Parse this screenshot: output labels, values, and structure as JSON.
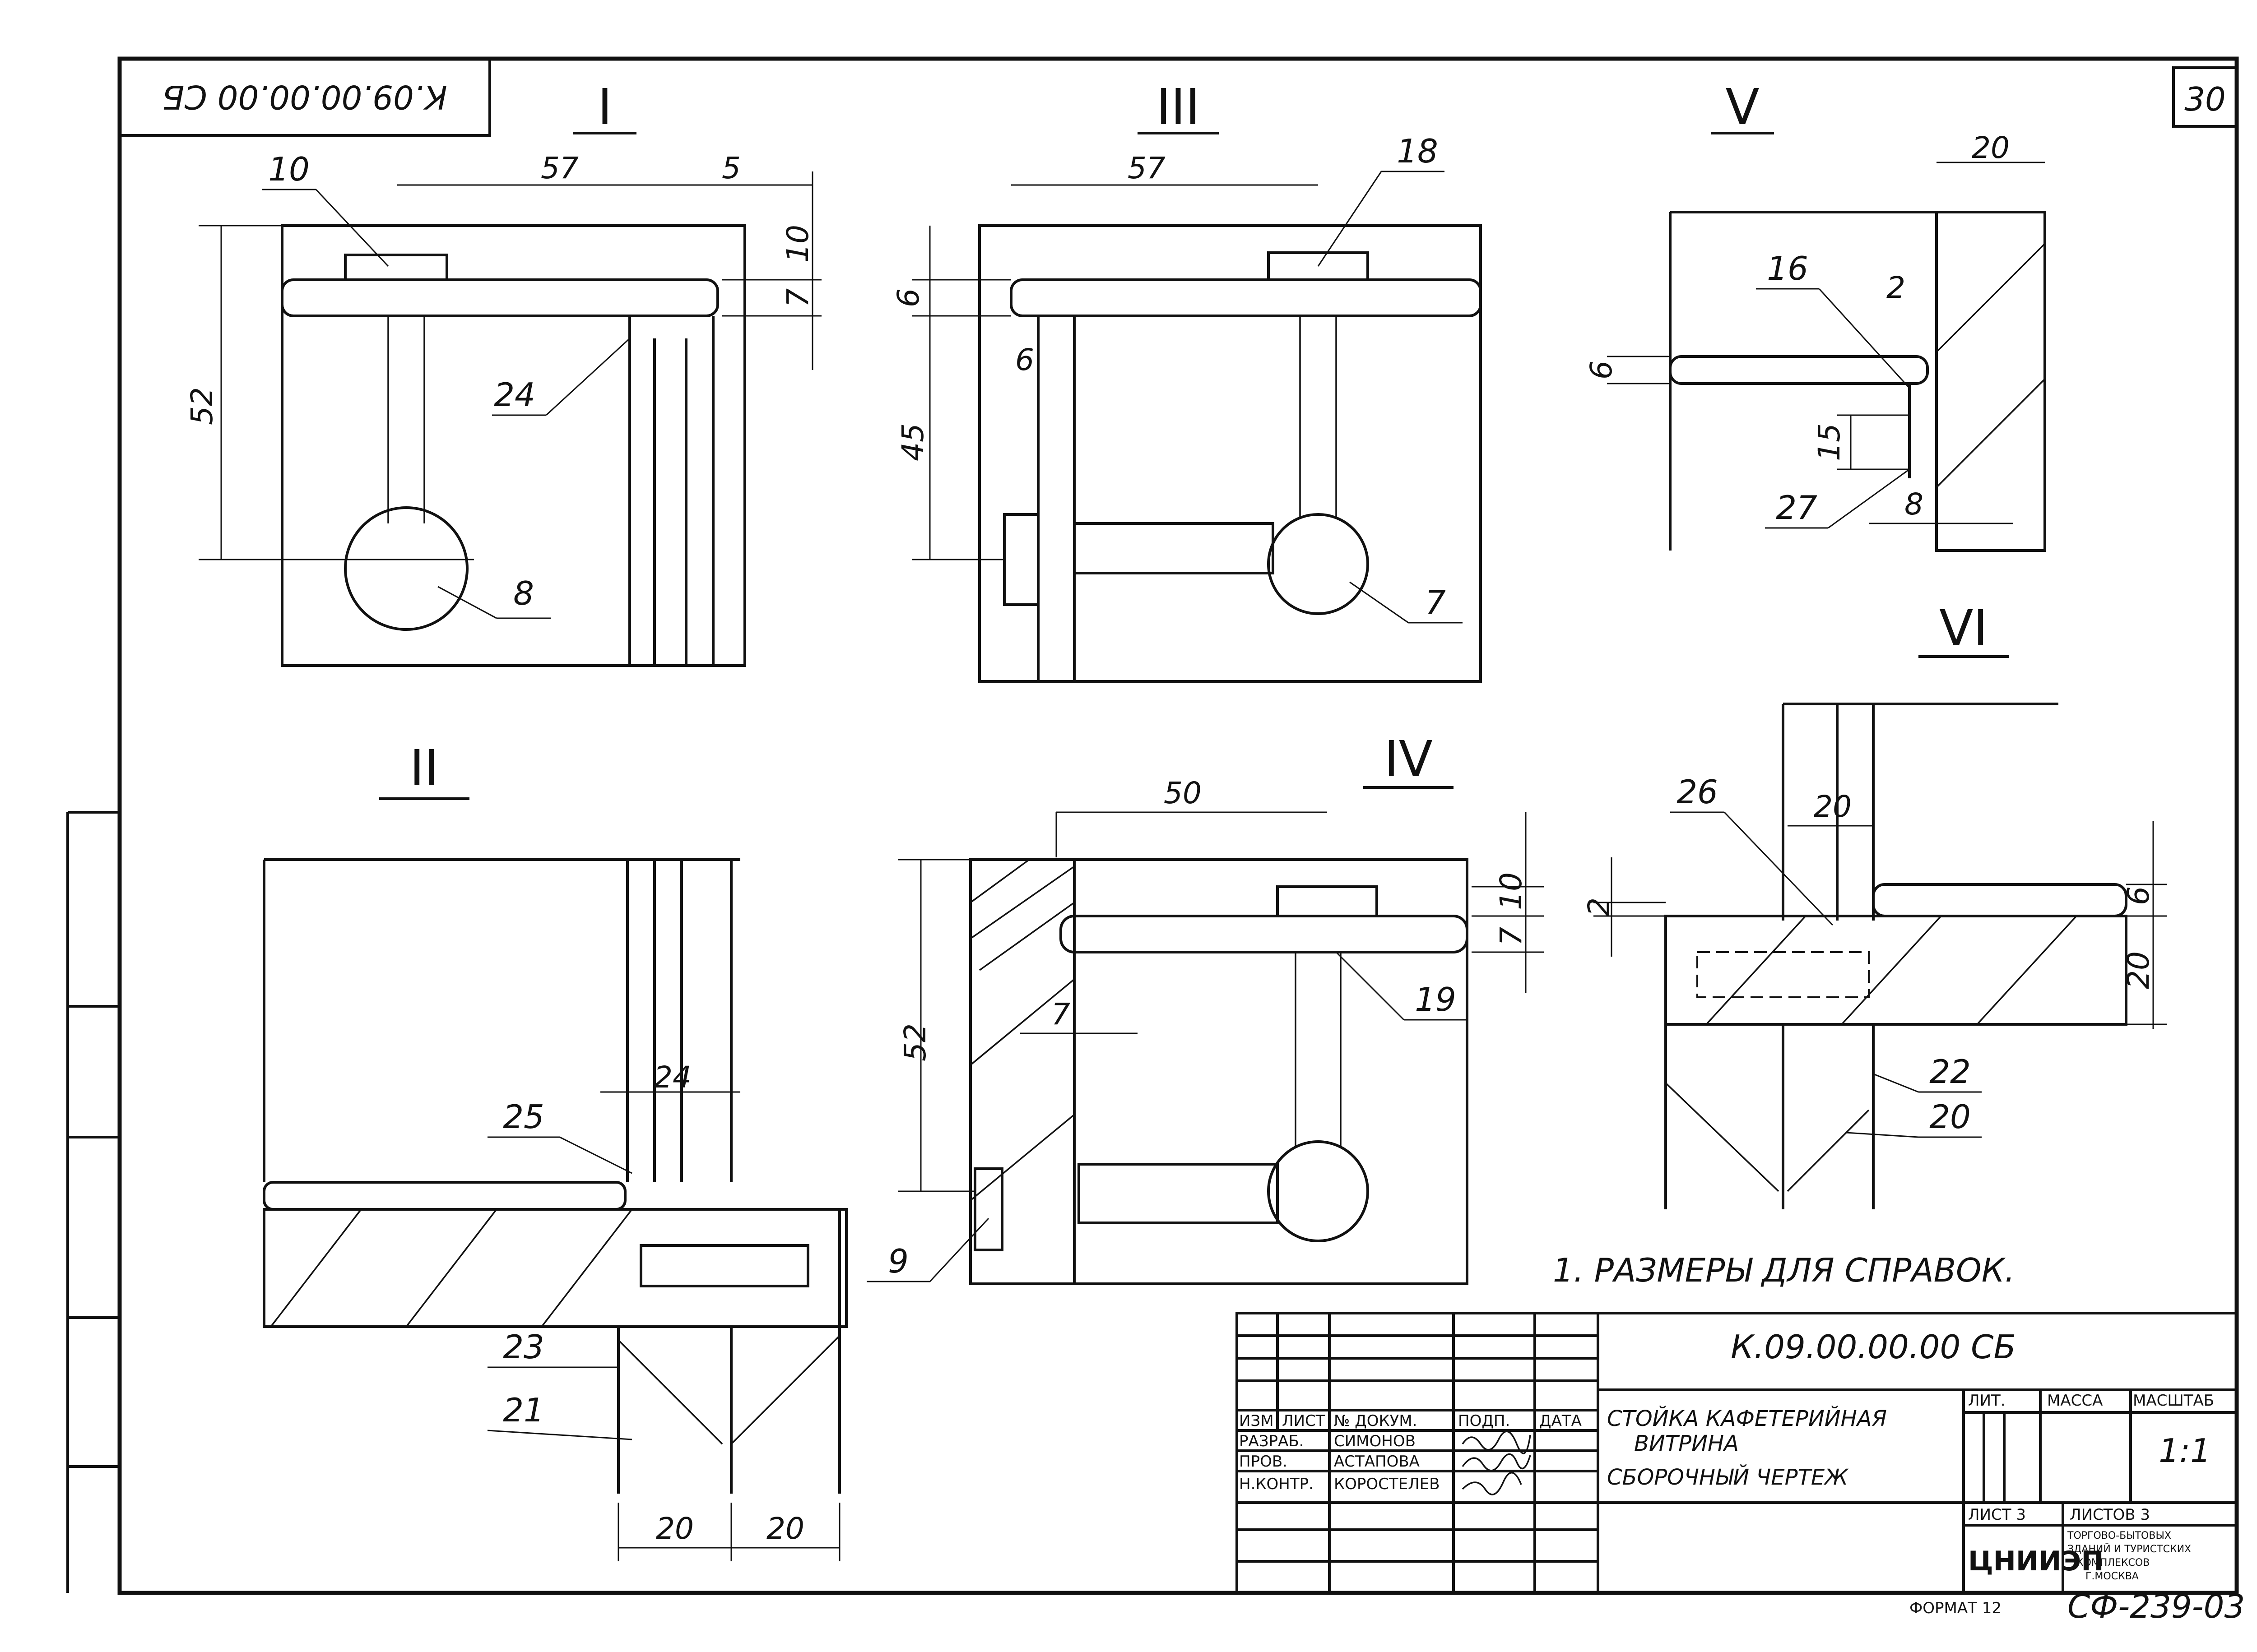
{
  "sheet": {
    "stamp": "К.09.00.00.00 СБ",
    "page_number": "30",
    "format": "ФОРМАТ 12",
    "document_code": "СФ-239-03",
    "note": "1.   РАЗМЕРЫ ДЛЯ СПРАВОК."
  },
  "views": {
    "v1": {
      "title": "I",
      "labels": [
        "10",
        "24",
        "8"
      ],
      "dims": [
        "57",
        "5",
        "10",
        "7",
        "52"
      ]
    },
    "v3": {
      "title": "III",
      "labels": [
        "18",
        "7"
      ],
      "dims": [
        "57",
        "6",
        "6",
        "45"
      ]
    },
    "v5": {
      "title": "V",
      "labels": [
        "16",
        "27"
      ],
      "dims": [
        "20",
        "2",
        "6",
        "15",
        "8"
      ]
    },
    "v2": {
      "title": "II",
      "labels": [
        "25",
        "23",
        "21"
      ],
      "dims": [
        "24",
        "20",
        "20"
      ]
    },
    "v4": {
      "title": "IV",
      "labels": [
        "19",
        "9"
      ],
      "dims": [
        "50",
        "10",
        "7",
        "7",
        "52"
      ]
    },
    "v6": {
      "title": "VI",
      "labels": [
        "26",
        "22",
        "20"
      ],
      "dims": [
        "20",
        "2",
        "6",
        "20"
      ]
    }
  },
  "title_block": {
    "designation": "К.09.00.00.00 СБ",
    "name_line1": "СТОЙКА КАФЕТЕРИЙНАЯ",
    "name_line2": "ВИТРИНА",
    "name_line3": "СБОРОЧНЫЙ ЧЕРТЕЖ",
    "col_izm": "ИЗМ",
    "col_list": "ЛИСТ",
    "col_doc": "№ ДОКУМ.",
    "col_podp": "ПОДП.",
    "col_data": "ДАТА",
    "role_razrab": "РАЗРАБ.",
    "role_prov": "ПРОВ.",
    "role_nkontr": "Н.КОНТР.",
    "name_razrab": "СИМОНОВ",
    "name_prov": "АСТАПОВА",
    "name_nkontr": "КОРОСТЕЛЕВ",
    "lit": "ЛИТ.",
    "massa": "МАССА",
    "masshtab": "МАСШТАБ",
    "scale": "1:1",
    "list": "ЛИСТ 3",
    "listov": "ЛИСТОВ 3",
    "org_logo": "ЦНИИЭП",
    "org_line1": "ТОРГОВО-БЫТОВЫХ",
    "org_line2": "ЗДАНИЙ И ТУРИСТСКИХ",
    "org_line3": "КОМПЛЕКСОВ",
    "org_line4": "Г.МОСКВА"
  }
}
